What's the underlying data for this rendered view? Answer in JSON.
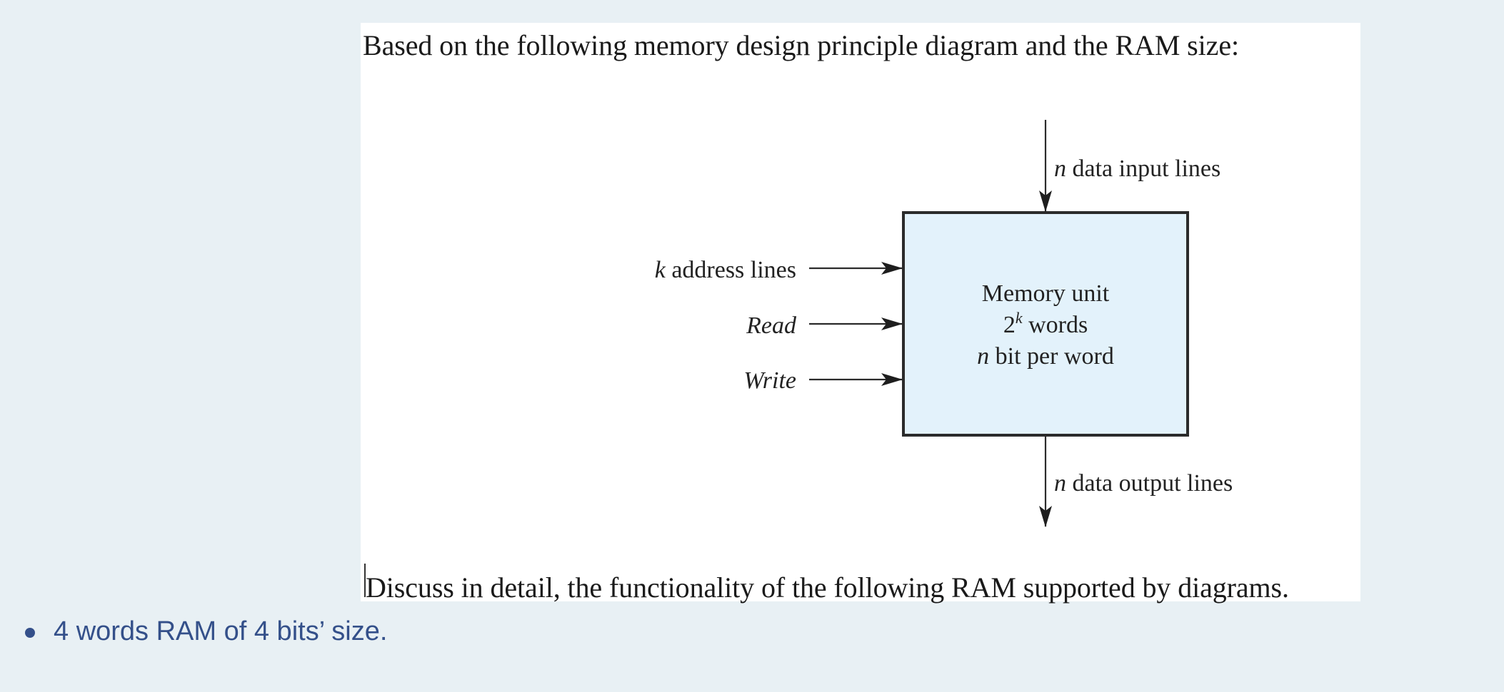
{
  "question": {
    "intro": "Based on the following memory design principle diagram and the RAM size:",
    "prompt": "Discuss in detail, the functionality of the following RAM supported by diagrams.",
    "bullets": [
      "4 words RAM of 4 bits’ size."
    ]
  },
  "diagram": {
    "box_fill": "#e3f2fb",
    "box_stroke": "#2b2b2b",
    "unit_lines": {
      "title": "Memory unit",
      "words_base": "2",
      "words_exponent": "k",
      "words_suffix": " words",
      "bits_var": "n",
      "bits_suffix": " bit per word"
    },
    "inputs": {
      "data_in_var": "n",
      "data_in_label": " data input lines",
      "address_var": "k",
      "address_label": " address lines",
      "read_label": "Read",
      "write_label": "Write"
    },
    "outputs": {
      "data_out_var": "n",
      "data_out_label": " data output lines"
    }
  },
  "colors": {
    "page_background": "#e8f0f4",
    "card_background": "#ffffff",
    "bullet_text": "#34508a"
  }
}
